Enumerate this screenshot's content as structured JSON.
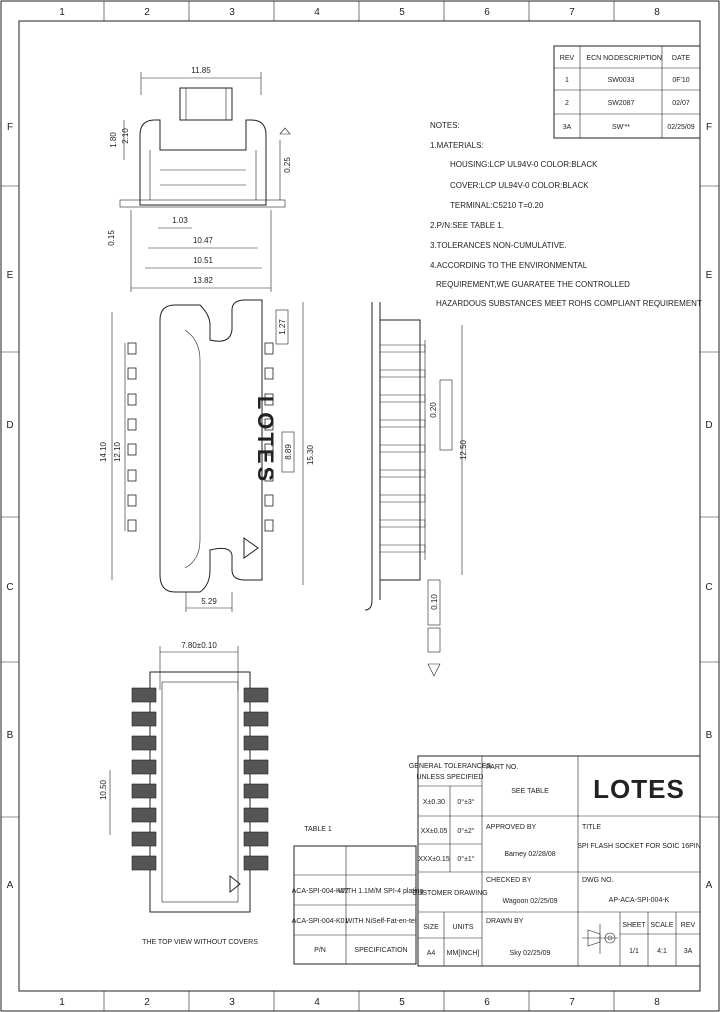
{
  "border": {
    "columns": [
      "1",
      "2",
      "3",
      "4",
      "5",
      "6",
      "7",
      "8"
    ],
    "rows": [
      "F",
      "E",
      "D",
      "C",
      "B",
      "A"
    ]
  },
  "revisions": {
    "headers": [
      "REV",
      "ECN NO.",
      "DESCRIPTION",
      "DATE"
    ],
    "rows": [
      {
        "rev": "1",
        "ecn": "SW0033",
        "date": "0F'10"
      },
      {
        "rev": "2",
        "ecn": "SW2087",
        "date": "02/07"
      },
      {
        "rev": "3A",
        "ecn": "SW'**",
        "date": "02/25/09"
      }
    ]
  },
  "notes": {
    "title": "NOTES:",
    "lines": [
      "1.MATERIALS:",
      "HOUSING:LCP  UL94V-0  COLOR:BLACK",
      "COVER:LCP  UL94V-0  COLOR:BLACK",
      "TERMINAL:C5210  T=0.20",
      "2.P/N:SEE TABLE 1.",
      "3.TOLERANCES NON-CUMULATIVE.",
      "4.ACCORDING TO THE ENVIRONMENTAL",
      "REQUIREMENT,WE GUARATEE THE CONTROLLED",
      "HAZARDOUS SUBSTANCES MEET ROHS COMPLIANT REQUIREMENT"
    ]
  },
  "dims": {
    "top_width": "11.85",
    "height_2_10": "2.10",
    "height_1_80": "1.80",
    "height_0_25": "0.25",
    "d_1_03": "1.03",
    "d_0_15": "0.15",
    "d_10_47": "10.47",
    "d_10_51": "10.51",
    "d_13_82": "13.82",
    "d_1_27": "1.27",
    "d_14_10": "14.10",
    "d_12_10": "12.10",
    "d_15_30": "15.30",
    "d_8_89": "8.89",
    "d_5_29": "5.29",
    "d_0_20": "0.20",
    "d_12_50": "12.50",
    "d_0_10": "0.10",
    "d_7_80": "7.80±0.10",
    "d_10_50": "10.50",
    "brand_body": "LOTES"
  },
  "bottom_view": {
    "caption": "THE TOP VIEW WITHOUT COVERS"
  },
  "part_table": {
    "title": "TABLE 1",
    "rows": [
      {
        "pn": "ACA-SPI-004-K02",
        "desc": "WITH 1.1M/M SPI-4 plating"
      },
      {
        "pn": "ACA-SPI-004-K01",
        "desc": "WITH NiSelf-Fat-en-tel"
      }
    ],
    "footer_pn": "P/N",
    "footer_spec": "SPECIFICATION"
  },
  "title_block": {
    "tolerances_title": "GENERAL TOLERANCES",
    "tolerances_sub": "UNLESS SPECIFIED",
    "tol_rows": [
      {
        "fmt": "X±0.30",
        "ang": "0°±3°"
      },
      {
        "fmt": "XX±0.05",
        "ang": "0°±2°"
      },
      {
        "fmt": "XXX±0.15",
        "ang": "0°±1°"
      }
    ],
    "part_no_label": "PART NO.",
    "part_no_value": "SEE TABLE",
    "approved_label": "APPROVED BY",
    "approved_value": "Barney   02/28/08",
    "checked_label": "CHECKED BY",
    "checked_value": "Wagoon   02/25/09",
    "drawn_label": "DRAWN BY",
    "drawn_value": "Sky   02/25/09",
    "customer_drawing": "CUSTOMER DRAWING",
    "size_label": "SIZE",
    "size_value": "A4",
    "units_label": "UNITS",
    "units_value": "MM[INCH]",
    "title_label": "TITLE",
    "title_value": "SPI FLASH SOCKET FOR SOIC 16PIN",
    "dwg_label": "DWG NO.",
    "dwg_value": "AP-ACA-SPI-004-K",
    "sheet_label": "SHEET",
    "sheet_value": "1/1",
    "scale_label": "SCALE",
    "scale_value": "4:1",
    "rev_label": "REV",
    "rev_value": "3A",
    "brand": "LOTES"
  }
}
